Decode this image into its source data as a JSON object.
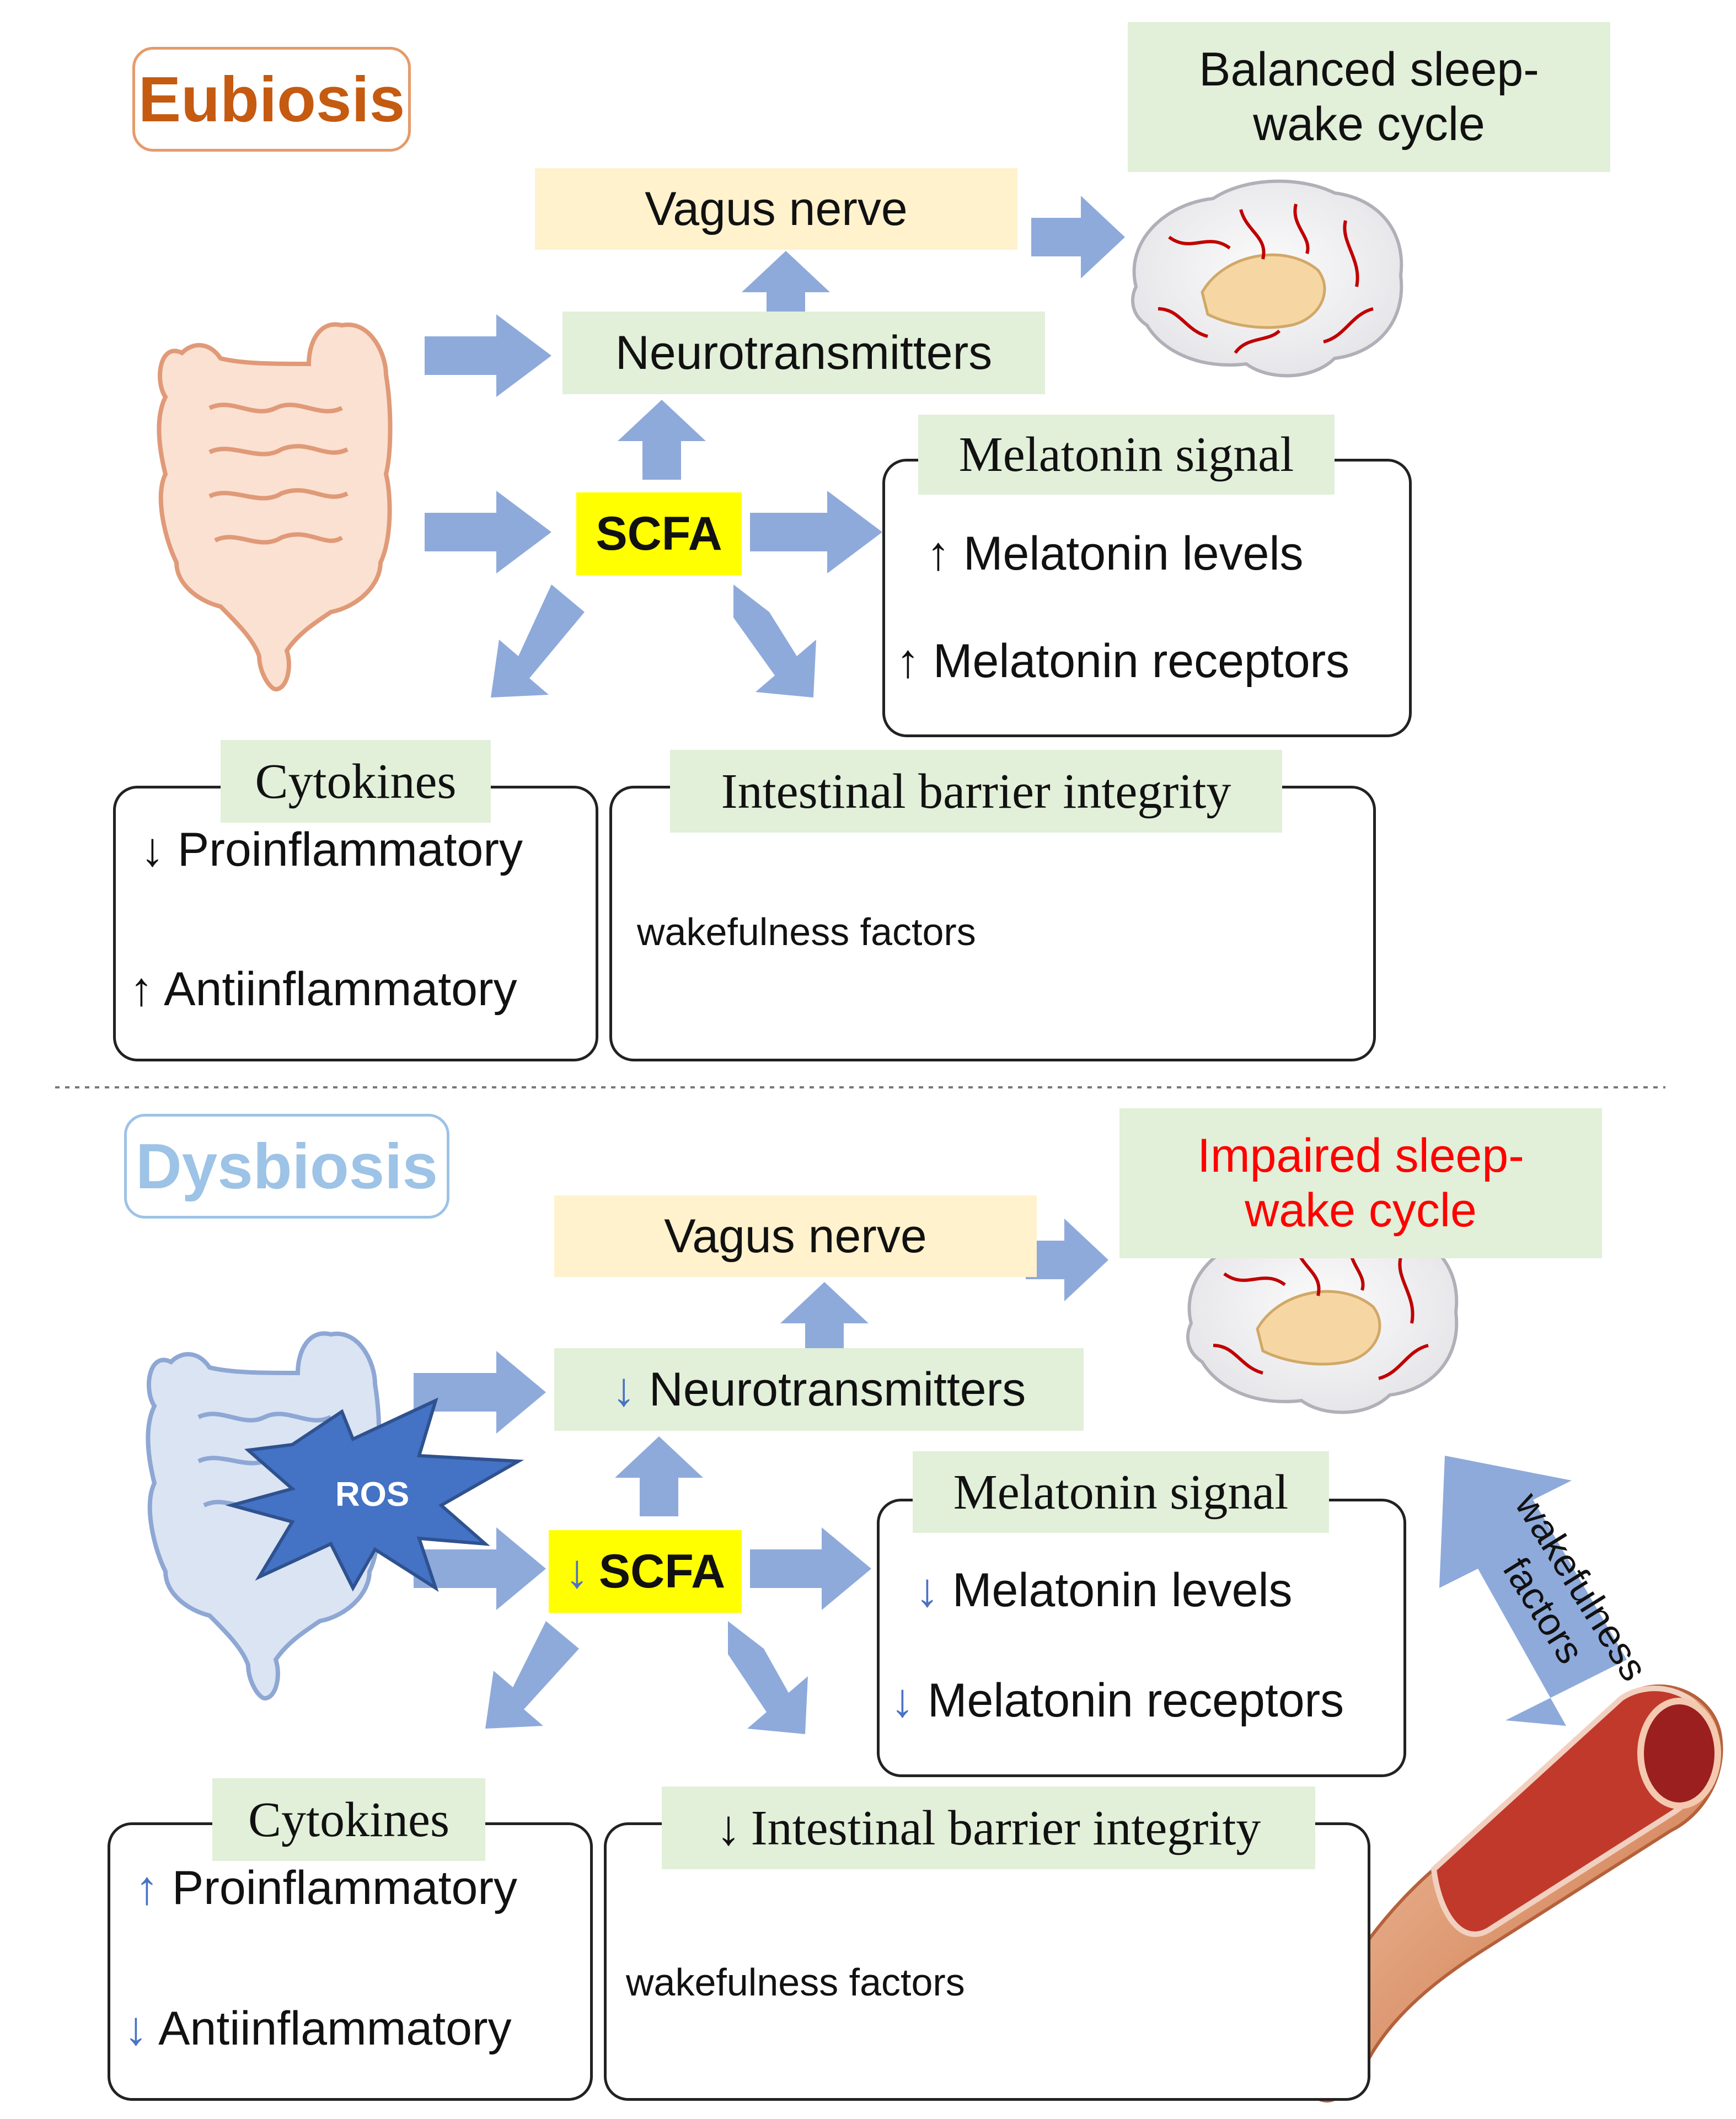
{
  "top": {
    "title": "Eubiosis",
    "title_color": "#c55a11",
    "outcome_line1": "Balanced sleep-",
    "outcome_line2": "wake cycle",
    "vagus": "Vagus nerve",
    "neuro": "Neurotransmitters",
    "scfa": "SCFA",
    "melatonin": {
      "header": "Melatonin signal",
      "levels_sym": "↑",
      "levels": "Melatonin levels",
      "receptors_sym": "↑",
      "receptors": "Melatonin receptors"
    },
    "cytokines": {
      "header": "Cytokines",
      "pro_sym": "↓",
      "pro": "Proinflammatory",
      "anti_sym": "↑",
      "anti": "Antiinflammatory"
    },
    "barrier": {
      "header": "Intestinal barrier integrity",
      "wake": "wakefulness factors"
    }
  },
  "bottom": {
    "title": "Dysbiosis",
    "title_color": "#9dc3e6",
    "outcome_line1": "Impaired sleep-",
    "outcome_line2": "wake cycle",
    "outcome_color": "#ff0000",
    "vagus": "Vagus nerve",
    "neuro_sym": "↓",
    "neuro": "Neurotransmitters",
    "scfa_sym": "↓",
    "scfa": "SCFA",
    "ros": "ROS",
    "melatonin": {
      "header": "Melatonin signal",
      "levels_sym": "↓",
      "levels": "Melatonin levels",
      "receptors_sym": "↓",
      "receptors": "Melatonin receptors"
    },
    "cytokines": {
      "header": "Cytokines",
      "pro_sym": "↑",
      "pro": "Proinflammatory",
      "anti_sym": "↓",
      "anti": "Antiinflammatory"
    },
    "barrier": {
      "header_sym": "↓",
      "header": "Intestinal barrier integrity",
      "wake": "wakefulness factors"
    },
    "big_arrow_line1": "wakefulness",
    "big_arrow_line2": "factors"
  },
  "colors": {
    "arrow": "#8eaadb",
    "green_box": "#e2efd9",
    "yellow_box": "#fff2cc",
    "scfa": "#ffff00",
    "down_blue": "#4a72c4"
  }
}
